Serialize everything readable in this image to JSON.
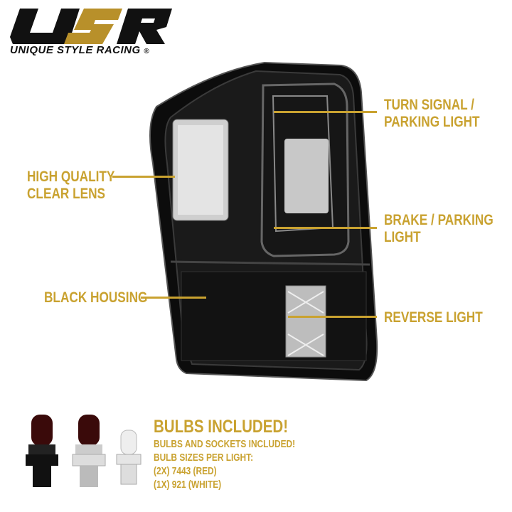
{
  "brand": {
    "logo_text": "USR",
    "tagline": "UNIQUE STYLE RACING",
    "registered": "®"
  },
  "callouts": {
    "turn_signal": [
      "TURN SIGNAL /",
      "PARKING LIGHT"
    ],
    "clear_lens": [
      "HIGH QUALITY",
      "CLEAR LENS"
    ],
    "brake": [
      "BRAKE / PARKING",
      "LIGHT"
    ],
    "housing": "BLACK HOUSING",
    "reverse": "REVERSE  LIGHT"
  },
  "bulbs": {
    "title": "BULBS INCLUDED!",
    "lines": [
      "BULBS AND SOCKETS INCLUDED!",
      "BULB SIZES PER LIGHT:",
      "(2X) 7443 (RED)",
      "(1X) 921 (WHITE)"
    ]
  },
  "colors": {
    "gold": "#c9a230",
    "black": "#111111"
  }
}
